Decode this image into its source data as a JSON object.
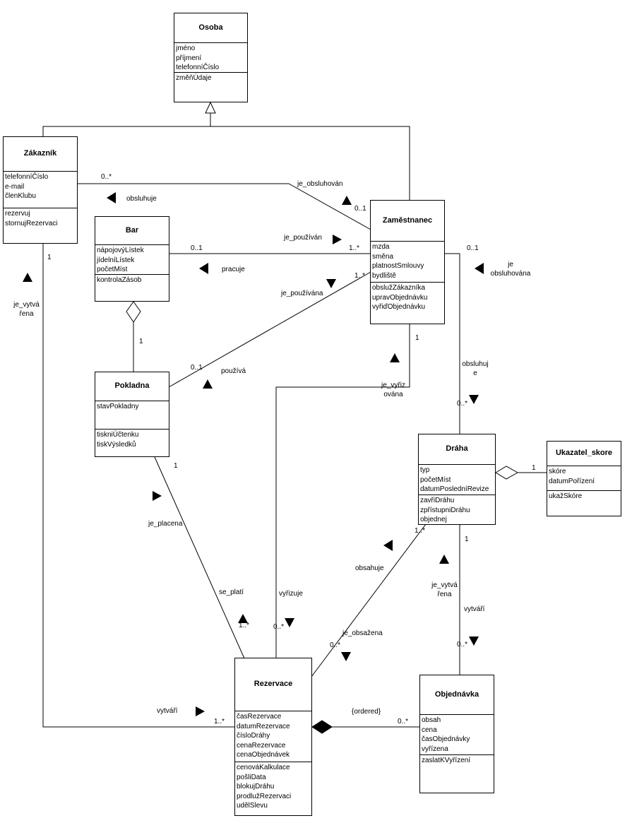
{
  "classes": {
    "osoba": {
      "name": "Osoba",
      "attributes": [
        "jméno",
        "příjmení",
        "telefonníČíslo"
      ],
      "operations": [
        "změňÚdaje"
      ]
    },
    "zakaznik": {
      "name": "Zákazník",
      "attributes": [
        "telefonníČíslo",
        "e-mail",
        "členKlubu"
      ],
      "operations": [
        "rezervuj",
        "stornujRezervaci"
      ]
    },
    "bar": {
      "name": "Bar",
      "attributes": [
        "nápojovýLístek",
        "jídelníLístek",
        "početMíst"
      ],
      "operations": [
        "kontrolaZásob"
      ]
    },
    "zamestnanec": {
      "name": "Zaměstnanec",
      "attributes": [
        "mzda",
        "směna",
        "platnostSmlouvy",
        "bydliště"
      ],
      "operations": [
        "obslužZákazníka",
        "upravObjednávku",
        "vyřiďObjednávku"
      ]
    },
    "pokladna": {
      "name": "Pokladna",
      "attributes": [
        "stavPokladny"
      ],
      "operations": [
        "tiskniÚčtenku",
        "tiskVýsledků"
      ]
    },
    "draha": {
      "name": "Dráha",
      "attributes": [
        "typ",
        "početMíst",
        "datumPosledníRevize"
      ],
      "operations": [
        "zavřiDráhu",
        "zpřístupniDráhu",
        "objednej"
      ]
    },
    "ukazatel": {
      "name": "Ukazatel_skore",
      "attributes": [
        "skóre",
        "datumPořízení"
      ],
      "operations": [
        "ukažSkóre"
      ]
    },
    "rezervace": {
      "name": "Rezervace",
      "attributes": [
        "časRezervace",
        "datumRezervace",
        "čísloDráhy",
        "cenaRezervace",
        "cenaObjednávek"
      ],
      "operations": [
        "cenováKalkulace",
        "pošliData",
        "blokujDráhu",
        "prodlužRezervaci",
        "udělSlevu"
      ]
    },
    "objednavka": {
      "name": "Objednávka",
      "attributes": [
        "obsah",
        "cena",
        "časObjednávky",
        "vyřízena"
      ],
      "operations": [
        "zaslatKVyřízení"
      ]
    }
  },
  "labels": {
    "m_zak_zam_00": "0..*",
    "je_obsluhovan": "je_obsluhován",
    "m_zak_zam_01": "0..1",
    "obsluhuje": "obsluhuje",
    "je_pouzivan": "je_používán",
    "m_bar_zam_01": "0..1",
    "m_bar_zam_1": "1..*",
    "pracuje": "pracuje",
    "m_zam_draha_01": "0..1",
    "je_obsluhovana_1": "je",
    "je_obsluhovana_2": "obsluhována",
    "je_pouzivana": "je_používána",
    "m_pok_zam_1": "1..*",
    "m_bar_pok_1": "1",
    "m_pok_zam_01": "0..1",
    "pouziva": "používá",
    "m_zak_rez_1": "1",
    "je_vytvarena_a_1": "je_vytvá",
    "je_vytvarena_a_2": "řena",
    "m_zam_rez_1": "1",
    "je_vyrizovana_1": "je_vyřiz",
    "je_vyrizovana_2": "ována",
    "obsluhuje_d_1": "obsluhuj",
    "obsluhuje_d_2": "e",
    "m_zam_draha_0": "0..*",
    "m_draha_ukaz_1": "1",
    "m_pok_rez_1": "1",
    "je_placena": "je_placena",
    "se_plati": "se_platí",
    "m_pok_rez_0": "1..*",
    "vyrizuje": "vyřizuje",
    "m_zam_rez_0": "0..*",
    "obsahuje": "obsahuje",
    "m_draha_rez_1": "1..*",
    "je_obsazena": "je_obsažena",
    "m_draha_rez_0": "0..*",
    "m_draha_obj_1": "1",
    "je_vytvarena_b_1": "je_vytvá",
    "je_vytvarena_b_2": "řena",
    "vytvari_b": "vytváří",
    "m_draha_obj_0": "0..*",
    "vytvari_a": "vytváří",
    "m_zak_rez_0": "1..*",
    "ordered": "{ordered}",
    "m_rez_obj_0": "0..*"
  }
}
